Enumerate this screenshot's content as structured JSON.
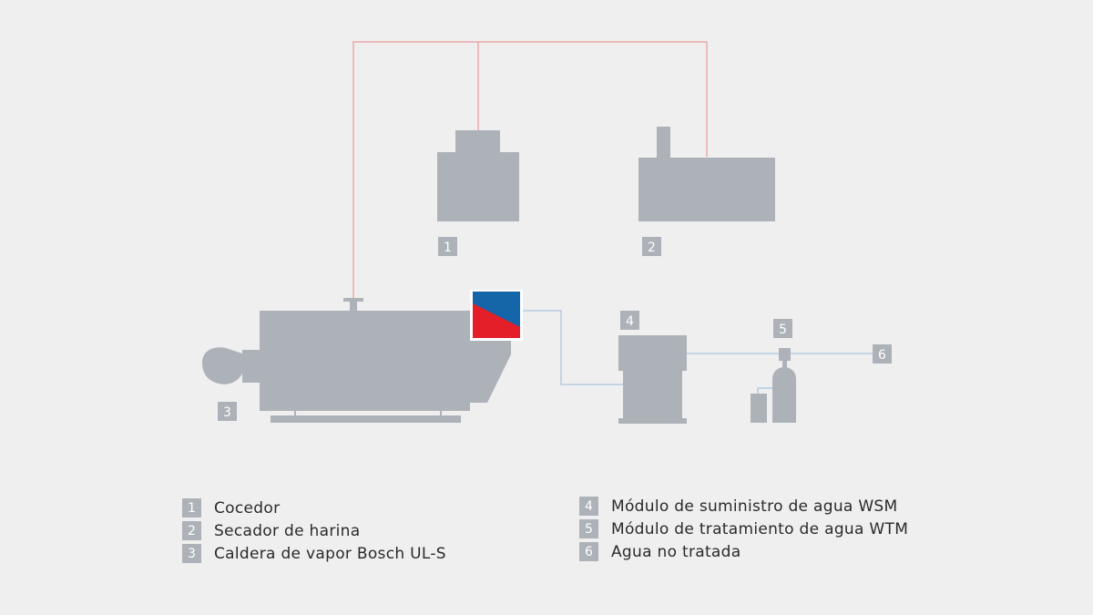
{
  "colors": {
    "background": "#efefef",
    "machine": "#adb2b8",
    "steam_line": "#e79a9a",
    "water_line": "#a9c3dc",
    "bosch_blue": "#1466a8",
    "bosch_red": "#e41f2a"
  },
  "badges": {
    "b1": "1",
    "b2": "2",
    "b3": "3",
    "b4": "4",
    "b5": "5",
    "b6": "6"
  },
  "legend": {
    "left": [
      {
        "num": "1",
        "label": "Cocedor"
      },
      {
        "num": "2",
        "label": "Secador de harina"
      },
      {
        "num": "3",
        "label": "Caldera de vapor Bosch UL-S"
      }
    ],
    "right": [
      {
        "num": "4",
        "label": "Módulo de suministro de agua WSM"
      },
      {
        "num": "5",
        "label": "Módulo de tratamiento de agua WTM"
      },
      {
        "num": "6",
        "label": "Agua no tratada"
      }
    ]
  }
}
